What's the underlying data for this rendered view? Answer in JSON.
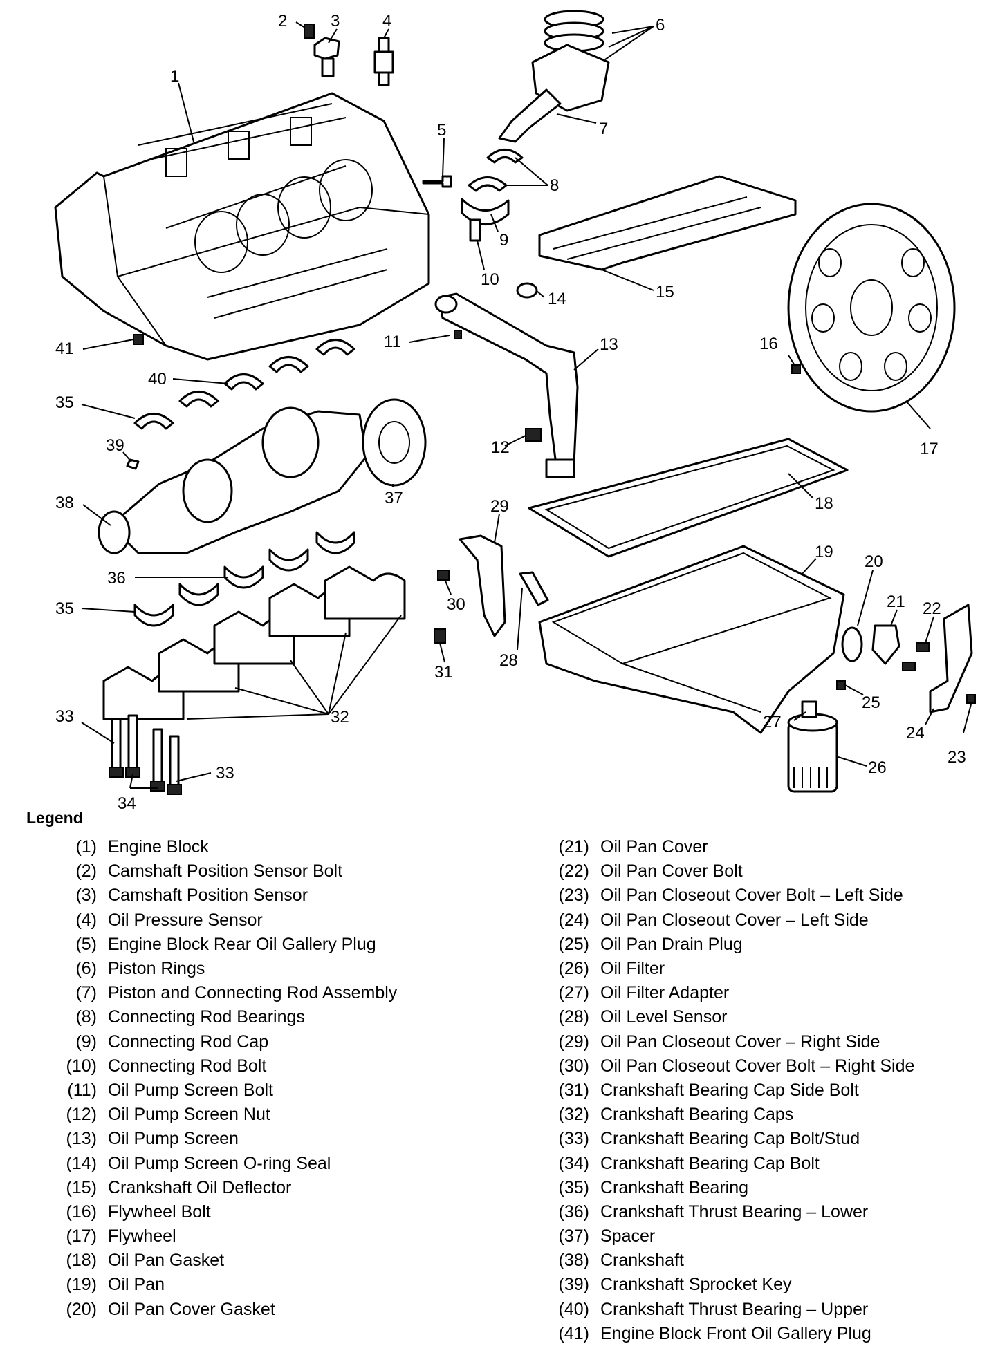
{
  "callouts": [
    "1",
    "2",
    "3",
    "4",
    "5",
    "6",
    "7",
    "8",
    "9",
    "10",
    "11",
    "12",
    "13",
    "14",
    "15",
    "16",
    "17",
    "18",
    "19",
    "20",
    "21",
    "22",
    "23",
    "24",
    "25",
    "26",
    "27",
    "28",
    "29",
    "30",
    "31",
    "32",
    "33",
    "33",
    "34",
    "35",
    "35",
    "36",
    "37",
    "38",
    "39",
    "40",
    "41"
  ],
  "legend": {
    "title": "Legend",
    "left": [
      {
        "num": "(1)",
        "label": "Engine Block"
      },
      {
        "num": "(2)",
        "label": "Camshaft Position Sensor Bolt"
      },
      {
        "num": "(3)",
        "label": "Camshaft Position Sensor"
      },
      {
        "num": "(4)",
        "label": "Oil Pressure Sensor"
      },
      {
        "num": "(5)",
        "label": "Engine Block Rear Oil Gallery Plug"
      },
      {
        "num": "(6)",
        "label": "Piston Rings"
      },
      {
        "num": "(7)",
        "label": "Piston and Connecting Rod Assembly"
      },
      {
        "num": "(8)",
        "label": "Connecting Rod Bearings"
      },
      {
        "num": "(9)",
        "label": "Connecting Rod Cap"
      },
      {
        "num": "(10)",
        "label": "Connecting Rod Bolt"
      },
      {
        "num": "(11)",
        "label": "Oil Pump Screen Bolt"
      },
      {
        "num": "(12)",
        "label": "Oil Pump Screen Nut"
      },
      {
        "num": "(13)",
        "label": "Oil Pump Screen"
      },
      {
        "num": "(14)",
        "label": "Oil Pump Screen O-ring Seal"
      },
      {
        "num": "(15)",
        "label": "Crankshaft Oil Deflector"
      },
      {
        "num": "(16)",
        "label": "Flywheel Bolt"
      },
      {
        "num": "(17)",
        "label": "Flywheel"
      },
      {
        "num": "(18)",
        "label": "Oil Pan Gasket"
      },
      {
        "num": "(19)",
        "label": "Oil Pan"
      },
      {
        "num": "(20)",
        "label": "Oil Pan Cover Gasket"
      }
    ],
    "right": [
      {
        "num": "(21)",
        "label": "Oil Pan Cover"
      },
      {
        "num": "(22)",
        "label": "Oil Pan Cover Bolt"
      },
      {
        "num": "(23)",
        "label": "Oil Pan Closeout Cover Bolt – Left Side"
      },
      {
        "num": "(24)",
        "label": "Oil Pan Closeout Cover – Left Side"
      },
      {
        "num": "(25)",
        "label": "Oil Pan Drain Plug"
      },
      {
        "num": "(26)",
        "label": "Oil Filter"
      },
      {
        "num": "(27)",
        "label": "Oil Filter Adapter"
      },
      {
        "num": "(28)",
        "label": "Oil Level Sensor"
      },
      {
        "num": "(29)",
        "label": "Oil Pan Closeout Cover – Right Side"
      },
      {
        "num": "(30)",
        "label": "Oil Pan Closeout Cover Bolt – Right Side"
      },
      {
        "num": "(31)",
        "label": "Crankshaft Bearing Cap Side Bolt"
      },
      {
        "num": "(32)",
        "label": "Crankshaft Bearing Caps"
      },
      {
        "num": "(33)",
        "label": "Crankshaft Bearing Cap Bolt/Stud"
      },
      {
        "num": "(34)",
        "label": "Crankshaft Bearing Cap Bolt"
      },
      {
        "num": "(35)",
        "label": "Crankshaft Bearing"
      },
      {
        "num": "(36)",
        "label": "Crankshaft Thrust Bearing – Lower"
      },
      {
        "num": "(37)",
        "label": "Spacer"
      },
      {
        "num": "(38)",
        "label": "Crankshaft"
      },
      {
        "num": "(39)",
        "label": "Crankshaft Sprocket Key"
      },
      {
        "num": "(40)",
        "label": "Crankshaft Thrust Bearing – Upper"
      },
      {
        "num": "(41)",
        "label": "Engine Block Front Oil Gallery Plug"
      }
    ]
  }
}
